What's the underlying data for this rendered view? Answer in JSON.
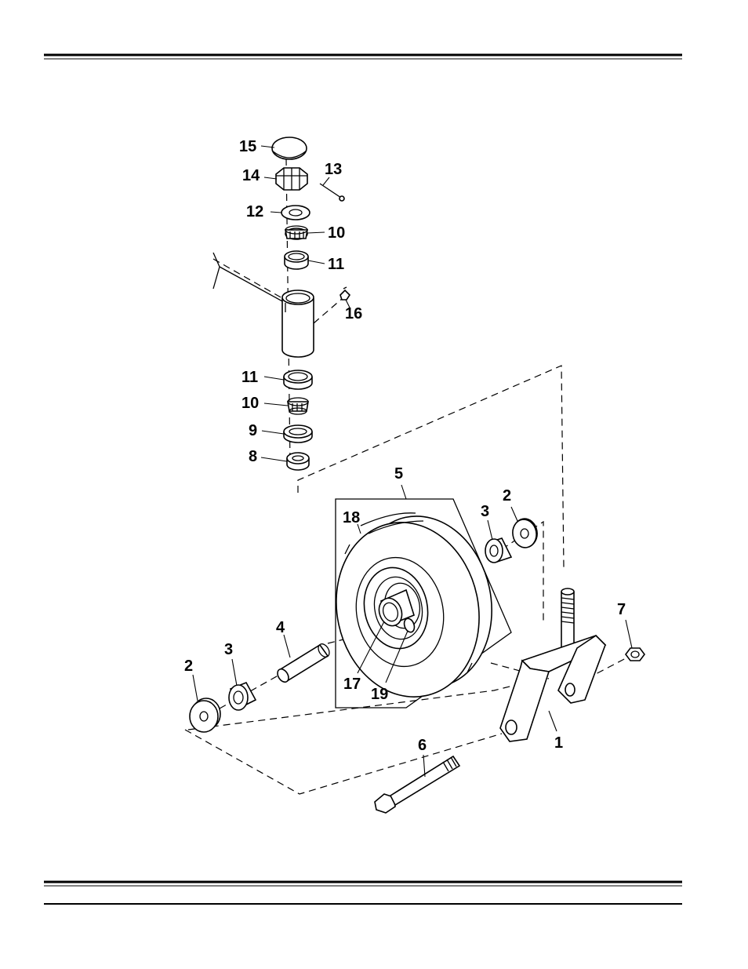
{
  "diagram": {
    "callouts": {
      "c1": "1",
      "c2a": "2",
      "c2b": "2",
      "c3a": "3",
      "c3b": "3",
      "c4": "4",
      "c5": "5",
      "c6": "6",
      "c7": "7",
      "c8": "8",
      "c9": "9",
      "c10a": "10",
      "c10b": "10",
      "c11a": "11",
      "c11b": "11",
      "c12": "12",
      "c13": "13",
      "c14": "14",
      "c15": "15",
      "c16": "16",
      "c17": "17",
      "c18": "18",
      "c19": "19"
    },
    "colors": {
      "ink": "#000000",
      "paper": "#ffffff"
    }
  }
}
